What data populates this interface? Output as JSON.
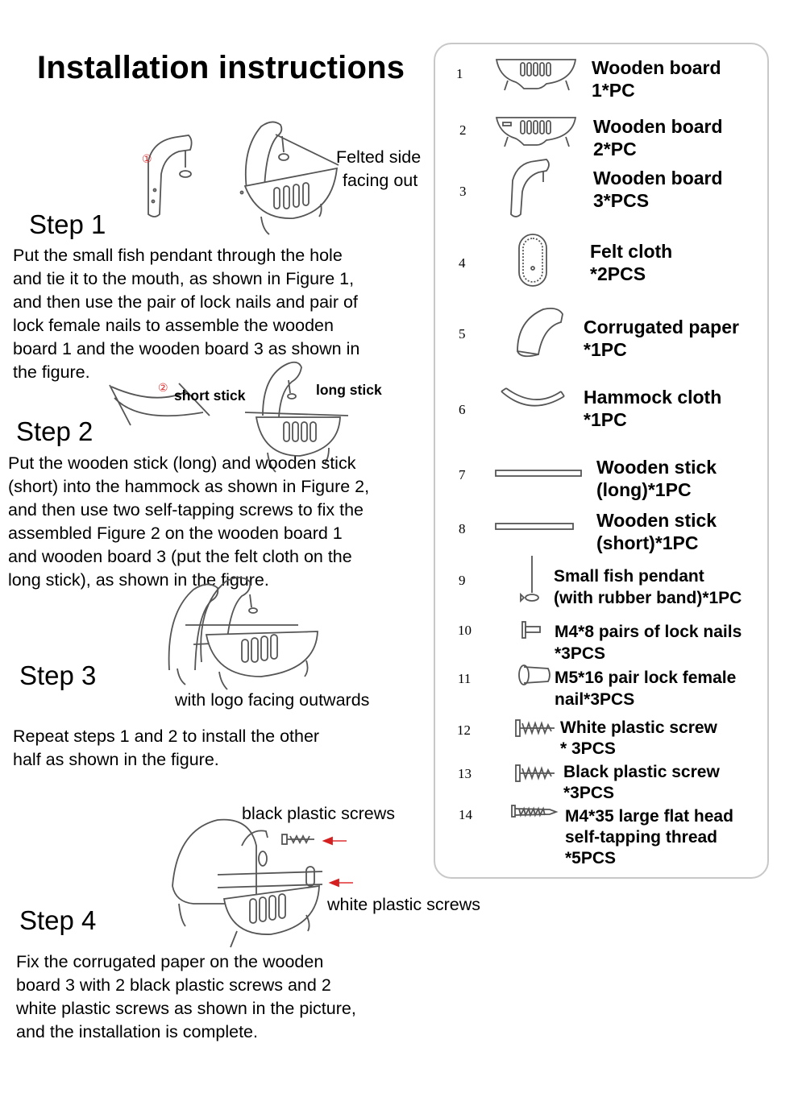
{
  "title": "Installation instructions",
  "steps": [
    {
      "label": "Step 1",
      "text": "Put the small fish pendant through the hole\n and tie it to the mouth, as shown in Figure 1,\nand then use the pair of lock nails and pair of\nlock female nails to assemble the wooden\nboard 1 and the wooden board 3 as shown in\nthe figure."
    },
    {
      "label": "Step 2",
      "text": "Put the wooden stick (long) and wooden stick\n(short) into the hammock as shown in Figure 2,\nand then use two self-tapping screws to fix the\nassembled Figure 2 on the wooden board 1\n and wooden board 3 (put the felt cloth on the\n long stick), as shown in the figure."
    },
    {
      "label": "Step 3",
      "text": "Repeat steps 1 and 2 to install the other\n half as shown in the figure."
    },
    {
      "label": "Step 4",
      "text": "Fix the corrugated paper on the wooden\nboard 3 with 2 black plastic screws and 2\nwhite plastic screws as shown in the picture,\nand the installation is complete."
    }
  ],
  "figure_labels": {
    "step1_callout_line1": "Felted side",
    "step1_callout_line2": "facing out",
    "step1_marker": "①",
    "step2_marker": "②",
    "short_stick": "short stick",
    "long_stick": "long stick",
    "step3_caption": "with logo facing outwards",
    "black_screws": "black plastic screws",
    "white_screws": "white plastic screws"
  },
  "parts": [
    {
      "num": "1",
      "name": "Wooden board\n1*PC"
    },
    {
      "num": "2",
      "name": "Wooden board\n2*PC"
    },
    {
      "num": "3",
      "name": "Wooden board\n3*PCS"
    },
    {
      "num": "4",
      "name": "Felt cloth\n*2PCS"
    },
    {
      "num": "5",
      "name": "Corrugated paper\n*1PC"
    },
    {
      "num": "6",
      "name": "Hammock cloth\n*1PC"
    },
    {
      "num": "7",
      "name": "Wooden stick\n(long)*1PC"
    },
    {
      "num": "8",
      "name": "Wooden stick\n(short)*1PC"
    },
    {
      "num": "9",
      "name": "Small fish pendant\n(with rubber band)*1PC"
    },
    {
      "num": "10",
      "name": "M4*8 pairs of lock nails\n*3PCS"
    },
    {
      "num": "11",
      "name": "M5*16 pair lock female\n nail*3PCS"
    },
    {
      "num": "12",
      "name": "White plastic screw\n * 3PCS"
    },
    {
      "num": "13",
      "name": "Black plastic screw\n *3PCS"
    },
    {
      "num": "14",
      "name": "M4*35 large flat head\nself-tapping thread\n*5PCS"
    }
  ]
}
